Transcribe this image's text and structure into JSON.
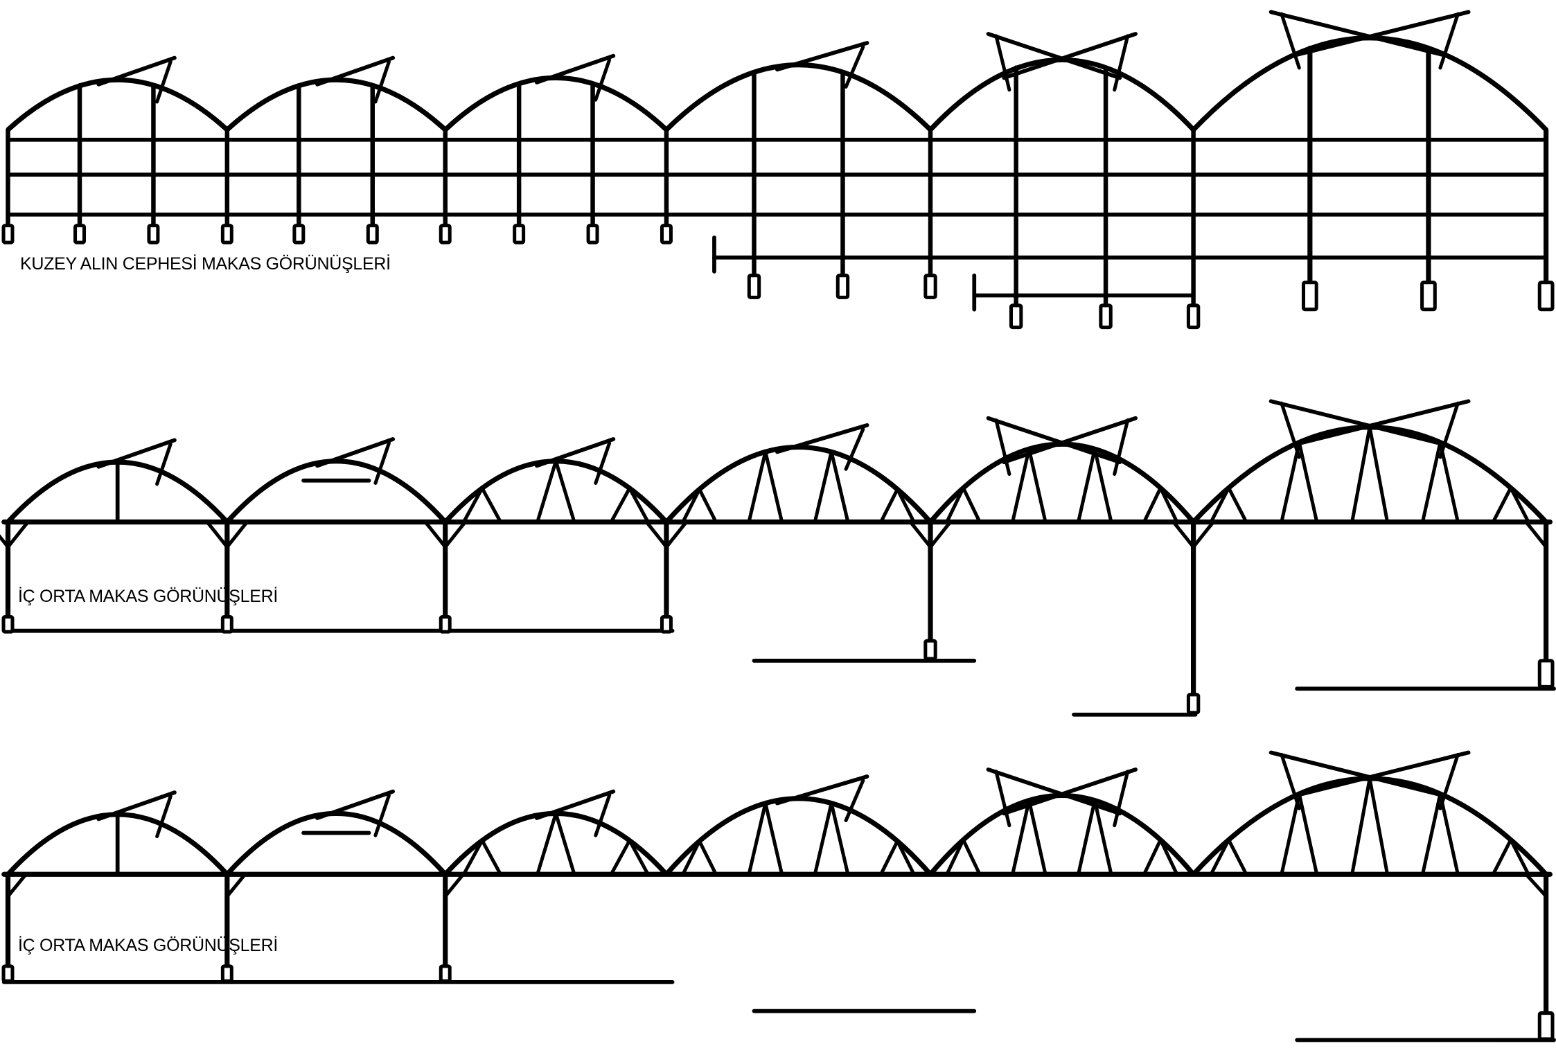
{
  "labels": {
    "north_facade": "KUZEY ALIN CEPHESİ  MAKAS GÖRÜNÜŞLERİ",
    "inner_middle_1": "İÇ ORTA MAKAS GÖRÜNÜŞLERİ",
    "inner_middle_2": "İÇ ORTA MAKAS GÖRÜNÜŞLERİ"
  },
  "colors": {
    "line": "#000000",
    "background": "#ffffff"
  }
}
